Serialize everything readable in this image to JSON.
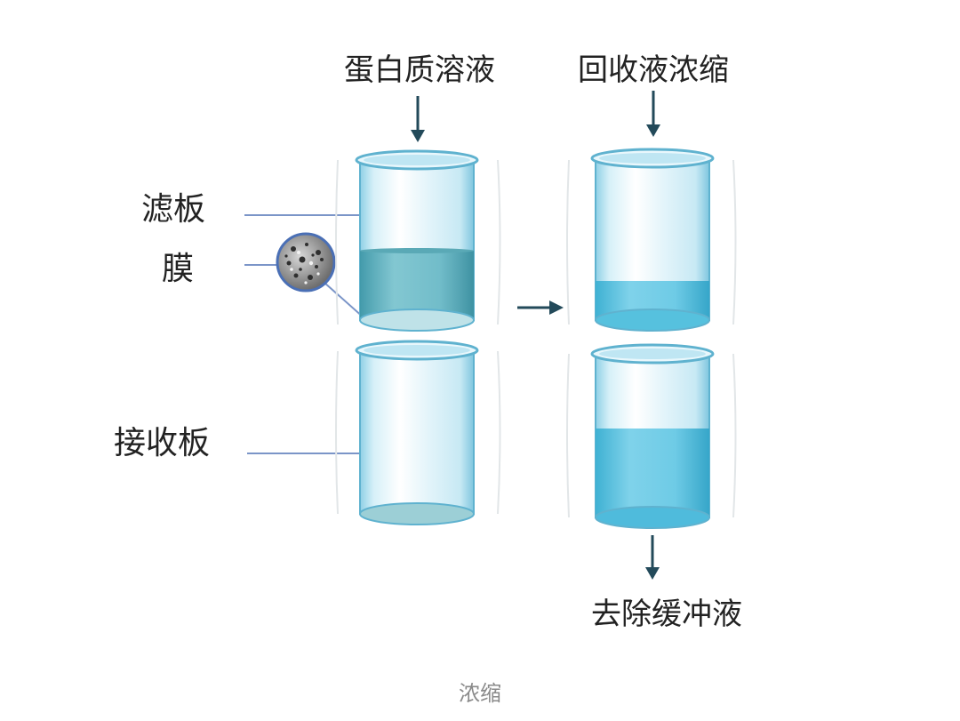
{
  "labels": {
    "protein_solution": "蛋白质溶液",
    "recovered_concentrate": "回收液浓缩",
    "filter_plate": "滤板",
    "membrane": "膜",
    "receiver_plate": "接收板",
    "remove_buffer": "去除缓冲液"
  },
  "caption": "浓缩",
  "colors": {
    "arrow": "#234a5a",
    "leader_line": "#7b95c8",
    "glass_edge": "#5fb2cf",
    "glass_body": "#cfeaf4",
    "liquid_dark": "#4aa3b2",
    "liquid_light": "#56c1de",
    "membrane_ring": "#4a6fb5"
  },
  "icons": {
    "membrane_magnifier": "porous-membrane-closeup-icon",
    "beaker": "glass-beaker-icon"
  }
}
